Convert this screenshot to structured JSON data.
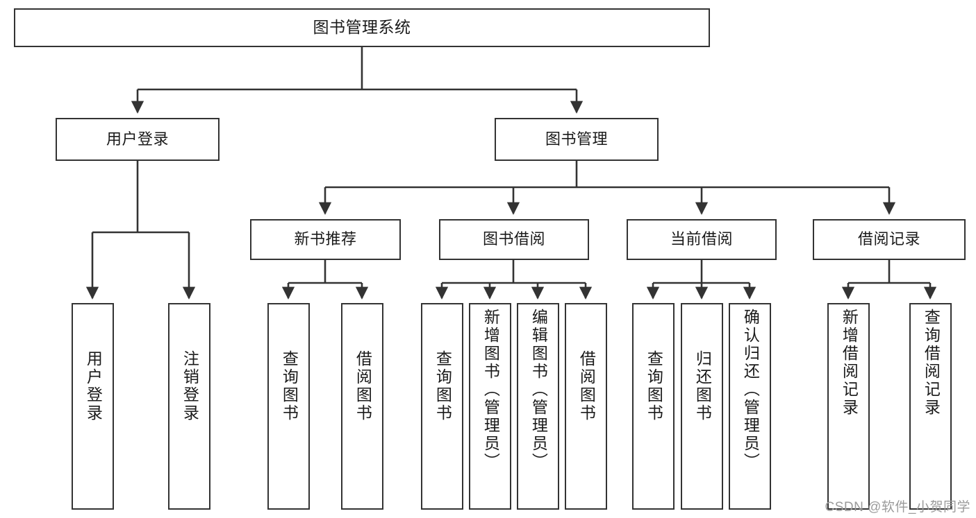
{
  "diagram": {
    "type": "tree-hierarchy",
    "title": "图书管理系统",
    "watermark": "CSDN @软件_小贺同学",
    "colors": {
      "stroke": "#333333",
      "fill": "#ffffff",
      "text": "#1a1a1a",
      "watermark": "#9b9b9b"
    },
    "nodes": {
      "root": {
        "label": "图书管理系统"
      },
      "level1": [
        {
          "id": "user-login",
          "label": "用户登录"
        },
        {
          "id": "book-management",
          "label": "图书管理"
        }
      ],
      "level2": [
        {
          "id": "new-book-recommend",
          "label": "新书推荐"
        },
        {
          "id": "book-borrow",
          "label": "图书借阅"
        },
        {
          "id": "current-borrow",
          "label": "当前借阅"
        },
        {
          "id": "borrow-record",
          "label": "借阅记录"
        }
      ],
      "leaves": {
        "user_login": [
          {
            "id": "leaf-user-login",
            "label": "用户登录"
          },
          {
            "id": "leaf-logout-login",
            "label": "注销登录"
          }
        ],
        "new_book_recommend": [
          {
            "id": "leaf-query-book-1",
            "label": "查询图书"
          },
          {
            "id": "leaf-borrow-book-1",
            "label": "借阅图书"
          }
        ],
        "book_borrow": [
          {
            "id": "leaf-query-book-2",
            "label": "查询图书"
          },
          {
            "id": "leaf-add-book",
            "label": "新增图书（管理员）"
          },
          {
            "id": "leaf-edit-book",
            "label": "编辑图书（管理员）"
          },
          {
            "id": "leaf-borrow-book-2",
            "label": "借阅图书"
          }
        ],
        "current_borrow": [
          {
            "id": "leaf-query-book-3",
            "label": "查询图书"
          },
          {
            "id": "leaf-return-book",
            "label": "归还图书"
          },
          {
            "id": "leaf-confirm-return",
            "label": "确认归还（管理员）"
          }
        ],
        "borrow_record": [
          {
            "id": "leaf-add-record",
            "label": "新增借阅记录"
          },
          {
            "id": "leaf-query-record",
            "label": "查询借阅记录"
          }
        ]
      }
    }
  }
}
